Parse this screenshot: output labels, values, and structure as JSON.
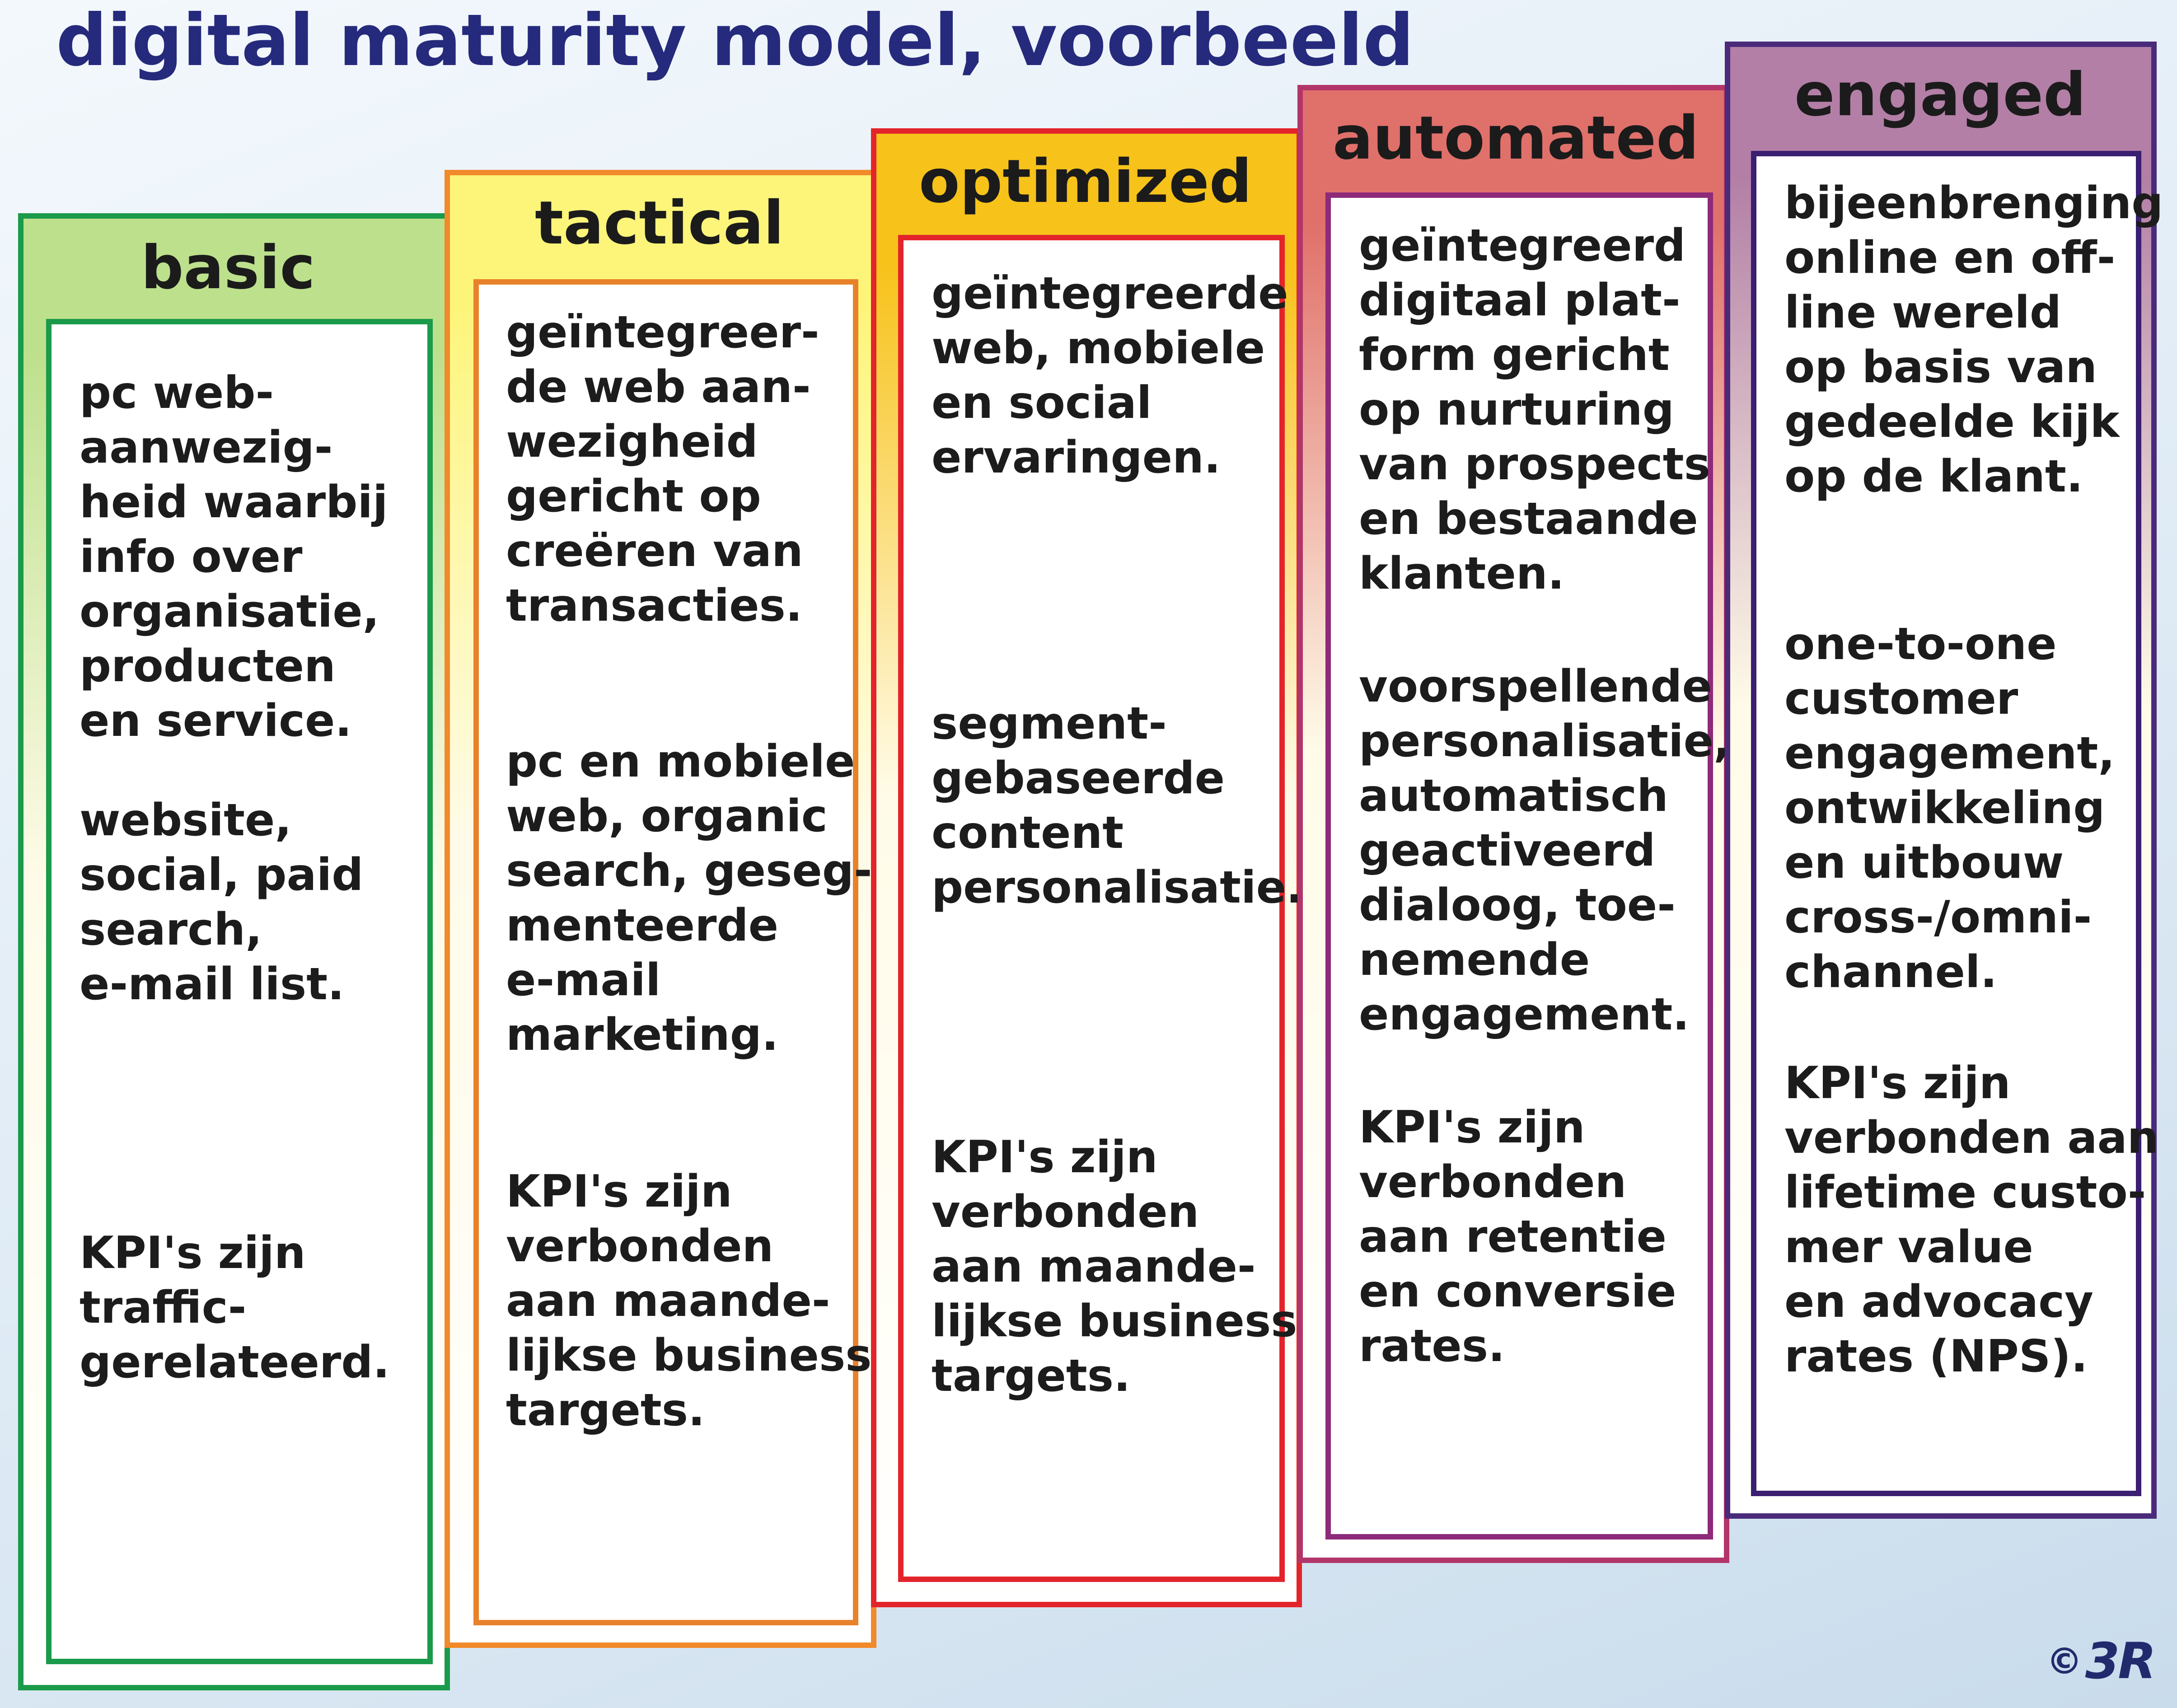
{
  "title": "digital maturity model, voorbeeld",
  "stages": [
    {
      "label": "basic",
      "blocks": [
        "pc web-\naanwezig-\nheid waarbij\ninfo over\norganisatie,\nproducten\nen service.",
        "website,\nsocial, paid\nsearch,\ne-mail list.",
        "KPI's zijn\ntraffic-\ngerelateerd."
      ],
      "colors": {
        "frame": "#1a9a4a",
        "header": "#bde08c",
        "inner_border": "#1a9a4a"
      }
    },
    {
      "label": "tactical",
      "blocks": [
        "geïntegreer-\nde web aan-\nwezigheid\ngericht op\ncreëren van\ntransacties.",
        "pc en mobiele\nweb, organic\nsearch, geseg-\nmenteerde\ne-mail\nmarketing.",
        "KPI's zijn\nverbonden\naan maande-\nlijkse business\ntargets."
      ],
      "colors": {
        "frame": "#f08a2a",
        "header": "#fdf57a",
        "inner_border": "#e8822a"
      }
    },
    {
      "label": "optimized",
      "blocks": [
        "geïntegreerde\nweb, mobiele\nen social\nervaringen.",
        "segment-\ngebaseerde\ncontent\npersonalisatie.",
        "KPI's zijn\nverbonden\naan maande-\nlijkse business\ntargets."
      ],
      "colors": {
        "frame": "#e3242b",
        "header": "#f7c21a",
        "inner_border": "#e3242b"
      }
    },
    {
      "label": "automated",
      "blocks": [
        "geïntegreerd\ndigitaal plat-\nform gericht\nop nurturing\nvan prospects\nen bestaande\nklanten.",
        "voorspellende\npersonalisatie,\nautomatisch\ngeactiveerd\ndialoog, toe-\nnemende\nengagement.",
        "KPI's zijn\nverbonden\naan retentie\nen conversie\nrates."
      ],
      "colors": {
        "frame": "#b2356a",
        "header": "#e0706a",
        "inner_border": "#8e2a7a"
      }
    },
    {
      "label": "engaged",
      "blocks": [
        "bijeenbrenging\nonline en off-\nline wereld\nop basis van\ngedeelde kijk\nop de klant.",
        "one-to-one\ncustomer\nengagement,\nontwikkeling\nen uitbouw\ncross-/omni-\nchannel.",
        "KPI's zijn\nverbonden aan\nlifetime custo-\nmer value\nen advocacy\nrates (NPS)."
      ],
      "colors": {
        "frame": "#4a2a7a",
        "header": "#b37fa6",
        "inner_border": "#3a1f72"
      }
    }
  ],
  "logo": {
    "copyright": "©",
    "mark": "3R"
  }
}
